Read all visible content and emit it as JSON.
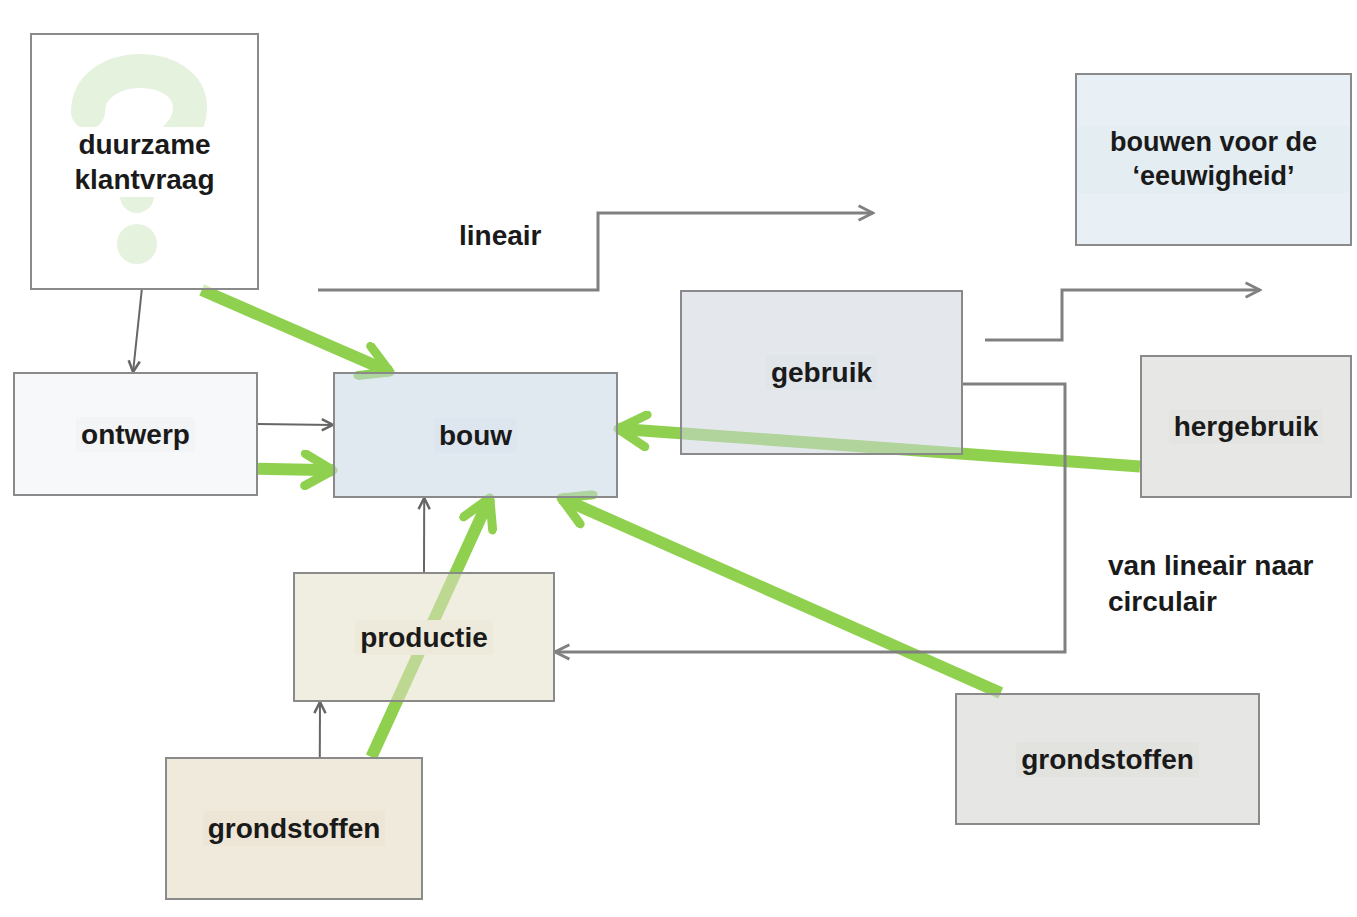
{
  "diagram": {
    "nodes": [
      {
        "text": [
          "duurzame klantvraag"
        ]
      },
      {
        "text": [
          "bouwen voor de ‘eeuwigheid’"
        ]
      },
      {
        "text": [
          "gebruik"
        ]
      },
      {
        "text": [
          "ontwerp"
        ]
      },
      {
        "text": [
          "bouw"
        ]
      },
      {
        "text": [
          "hergebruik"
        ]
      },
      {
        "text": [
          "productie"
        ]
      },
      {
        "text": [
          "grondstoffen"
        ]
      },
      {
        "text": [
          "grondstoffen"
        ]
      }
    ],
    "edges": [
      {
        "from": 0,
        "to": 4,
        "arrow": "to"
      },
      {
        "from": 3,
        "to": 4,
        "arrow": "to"
      },
      {
        "from": 8,
        "to": 4,
        "arrow": "to"
      },
      {
        "from": 5,
        "to": 4,
        "arrow": "to"
      },
      {
        "from": 7,
        "to": 4,
        "arrow": "to"
      },
      {
        "from": 2,
        "to": 6,
        "arrow": "to"
      },
      {
        "from": 0,
        "to": 3,
        "arrow": "to"
      },
      {
        "from": 3,
        "to": 4,
        "arrow": "to"
      },
      {
        "from": 6,
        "to": 4,
        "arrow": "to"
      },
      {
        "from": 8,
        "to": 6,
        "arrow": "to"
      }
    ],
    "labels": [
      "lineair",
      "van lineair naar circulair"
    ]
  }
}
